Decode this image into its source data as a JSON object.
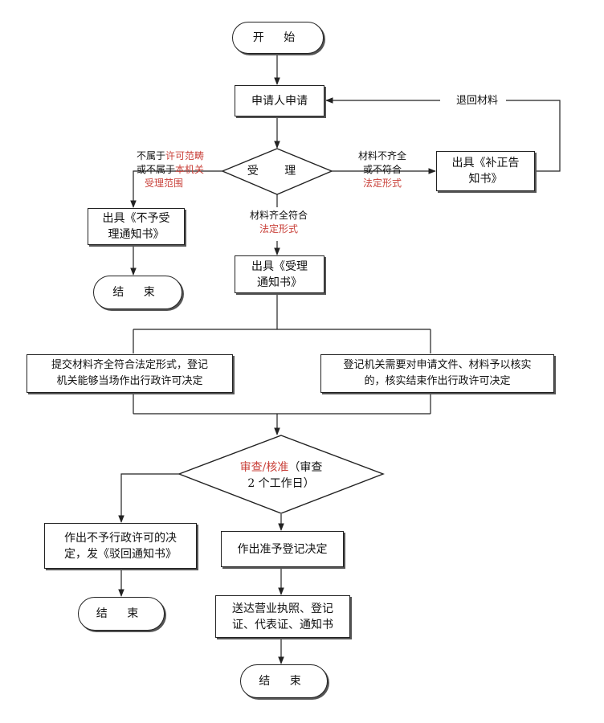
{
  "diagram": {
    "start": "开 始",
    "apply": "申请人申请",
    "accept": "受 理",
    "return_materials": "退回材料",
    "reject_left": {
      "l1_a": "不属于",
      "l1_b": "许可范畴",
      "l2_a": "或不属于",
      "l2_b": "本机关",
      "l3": "受理范围"
    },
    "incomplete": {
      "l1": "材料不齐全",
      "l2": "或不符合",
      "l3": "法定形式"
    },
    "correction_notice": [
      "出具《补正告",
      "知书》"
    ],
    "no_accept_notice": [
      "出具《不予受",
      "理通知书》"
    ],
    "end1": "结 束",
    "complete": {
      "l1": "材料齐全符合",
      "l2": "法定形式"
    },
    "accept_notice": [
      "出具《受理",
      "通知书》"
    ],
    "onsite": [
      "提交材料齐全符合法定形式，登记",
      "机关能够当场作出行政许可决定"
    ],
    "verify": [
      "登记机关需要对申请文件、材料予以核实",
      "的，核实结束作出行政许可决定"
    ],
    "review": {
      "red": "审查/核准",
      "black": "（审查",
      "l2": "2 个工作日）"
    },
    "deny": [
      "作出不予行政许可的决",
      "定，发《驳回通知书》"
    ],
    "end2": "结 束",
    "approve": "作出准予登记决定",
    "deliver": [
      "送达营业执照、登记",
      "证、代表证、通知书"
    ],
    "end3": "结 束",
    "colors": {
      "line": "#222222",
      "shadow": "#555555",
      "red_text": "#c9413a"
    }
  }
}
